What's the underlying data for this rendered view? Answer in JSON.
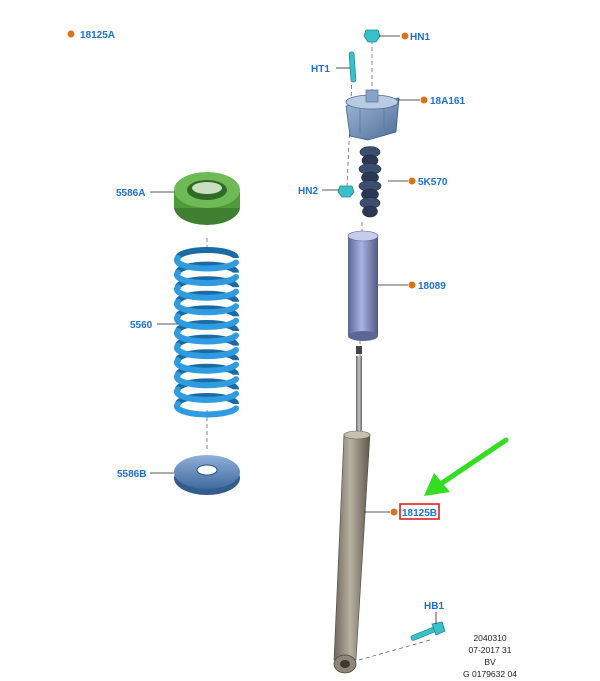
{
  "callouts": {
    "c18125A": "18125A",
    "hn1": "HN1",
    "ht1": "HT1",
    "c18a161": "18A161",
    "hn2": "HN2",
    "c5k570": "5K570",
    "c5586a": "5586A",
    "c18089": "18089",
    "c5560": "5560",
    "c5586b": "5586B",
    "c18125b": "18125B",
    "hb1": "HB1"
  },
  "info_block": {
    "line1": "2040310",
    "line2": "07-2017 31",
    "line3": "BV",
    "line4": "G 0179632 04"
  },
  "copyright": "",
  "colors": {
    "label": "#1e6fd9",
    "marker": "#d9731c",
    "highlight_box": "#e02020",
    "pointer_arrow": "#33dd22",
    "spring": "#2a8fd0",
    "seat_upper": "#4f9a3a",
    "shock_body": "#9a9283",
    "dust_cover": "#7a86b8",
    "bump_stop": "#3a4a6a",
    "fastener": "#3ac0c8"
  },
  "icons": {
    "pointer": "green-arrow-icon",
    "marker": "orange-dot-icon"
  }
}
